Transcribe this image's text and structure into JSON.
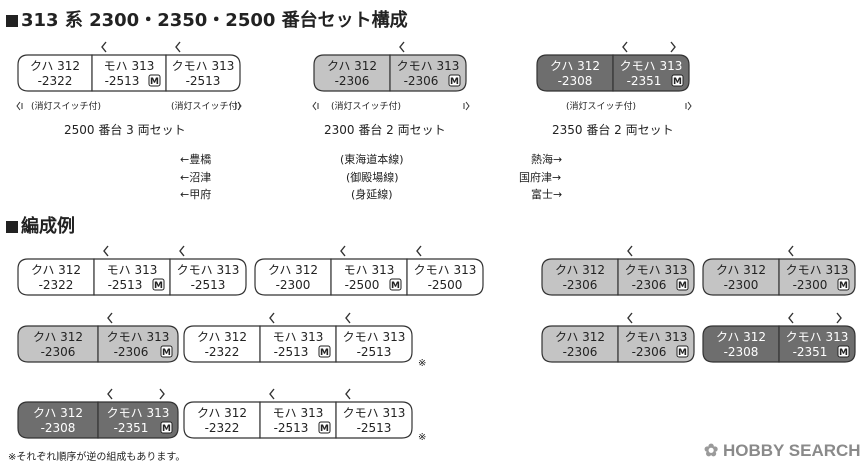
{
  "heading_sets": "313 系 2300・2350・2500 番台セット構成",
  "heading_examples": "編成例",
  "switch_label": "(消灯スイッチ付)",
  "motor_mark": "M",
  "sets": [
    {
      "label": "2500 番台 3 両セット",
      "cars": [
        {
          "type": "クハ 312",
          "number": "-2322",
          "style": "white"
        },
        {
          "type": "モハ 313",
          "number": "-2513",
          "style": "white",
          "motor": true
        },
        {
          "type": "クモハ 313",
          "number": "-2513",
          "style": "white"
        }
      ]
    },
    {
      "label": "2300 番台 2 両セット",
      "cars": [
        {
          "type": "クハ 312",
          "number": "-2306",
          "style": "lightgray"
        },
        {
          "type": "クモハ 313",
          "number": "-2306",
          "style": "lightgray",
          "motor": true
        }
      ]
    },
    {
      "label": "2350 番台 2 両セット",
      "cars": [
        {
          "type": "クハ 312",
          "number": "-2308",
          "style": "darkgray"
        },
        {
          "type": "クモハ 313",
          "number": "-2351",
          "style": "darkgray",
          "motor": true
        }
      ]
    }
  ],
  "routes": {
    "left": [
      "←豊橋",
      "←沼津",
      "←甲府"
    ],
    "middle": [
      "(東海道本線)",
      "(御殿場線)",
      "(身延線)"
    ],
    "right": [
      "熱海→",
      "国府津→",
      "富士→"
    ]
  },
  "examples": [
    {
      "cars": [
        {
          "type": "クハ 312",
          "number": "-2322",
          "style": "white"
        },
        {
          "type": "モハ 313",
          "number": "-2513",
          "style": "white",
          "motor": true
        },
        {
          "type": "クモハ 313",
          "number": "-2513",
          "style": "white"
        },
        {
          "type": "クハ 312",
          "number": "-2300",
          "style": "white"
        },
        {
          "type": "モハ 313",
          "number": "-2500",
          "style": "white",
          "motor": true
        },
        {
          "type": "クモハ 313",
          "number": "-2500",
          "style": "white"
        }
      ]
    },
    {
      "cars": [
        {
          "type": "クハ 312",
          "number": "-2306",
          "style": "lightgray"
        },
        {
          "type": "クモハ 313",
          "number": "-2306",
          "style": "lightgray",
          "motor": true
        },
        {
          "type": "クハ 312",
          "number": "-2322",
          "style": "white"
        },
        {
          "type": "モハ 313",
          "number": "-2513",
          "style": "white",
          "motor": true
        },
        {
          "type": "クモハ 313",
          "number": "-2513",
          "style": "white"
        }
      ],
      "note": "※"
    },
    {
      "cars": [
        {
          "type": "クハ 312",
          "number": "-2308",
          "style": "darkgray"
        },
        {
          "type": "クモハ 313",
          "number": "-2351",
          "style": "darkgray",
          "motor": true
        },
        {
          "type": "クハ 312",
          "number": "-2322",
          "style": "white"
        },
        {
          "type": "モハ 313",
          "number": "-2513",
          "style": "white",
          "motor": true
        },
        {
          "type": "クモハ 313",
          "number": "-2513",
          "style": "white"
        }
      ],
      "note": "※"
    },
    {
      "cars": [
        {
          "type": "クハ 312",
          "number": "-2306",
          "style": "lightgray"
        },
        {
          "type": "クモハ 313",
          "number": "-2306",
          "style": "lightgray",
          "motor": true
        },
        {
          "type": "クハ 312",
          "number": "-2300",
          "style": "lightgray"
        },
        {
          "type": "クモハ 313",
          "number": "-2300",
          "style": "lightgray",
          "motor": true
        }
      ]
    },
    {
      "cars": [
        {
          "type": "クハ 312",
          "number": "-2306",
          "style": "lightgray"
        },
        {
          "type": "クモハ 313",
          "number": "-2306",
          "style": "lightgray",
          "motor": true
        },
        {
          "type": "クハ 312",
          "number": "-2308",
          "style": "darkgray"
        },
        {
          "type": "クモハ 313",
          "number": "-2351",
          "style": "darkgray",
          "motor": true
        }
      ]
    }
  ],
  "footnote": "※それぞれ順序が逆の組成もあります。",
  "logo_text": "HOBBY SEARCH",
  "colors": {
    "white": "#ffffff",
    "lightgray": "#c4c4c4",
    "darkgray": "#6e6e6e",
    "outline": "#333333"
  }
}
